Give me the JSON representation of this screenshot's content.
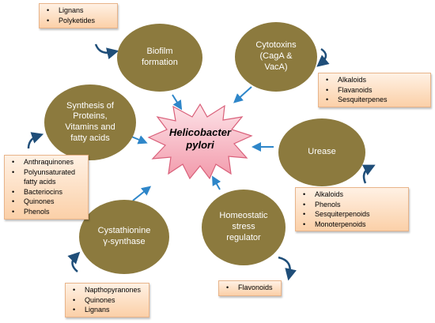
{
  "center": {
    "line1": "Helicobacter",
    "line2": "pylori"
  },
  "nodes": {
    "biofilm": {
      "line1": "Biofilm",
      "line2": "formation"
    },
    "cytotoxins": {
      "line1": "Cytotoxins",
      "line2": "(CagA &",
      "line3": "VacA)"
    },
    "synthesis": {
      "line1": "Synthesis of",
      "line2": "Proteins,",
      "line3": "Vitamins and",
      "line4": "fatty acids"
    },
    "urease": {
      "line1": "Urease"
    },
    "homeostatic": {
      "line1": "Homeostatic",
      "line2": "stress",
      "line3": "regulator"
    },
    "cystathionine": {
      "line1": "Cystathionine",
      "line2": "γ-synthase"
    }
  },
  "boxes": {
    "biofilm": [
      "Lignans",
      "Polyketides"
    ],
    "cytotoxins": [
      "Alkaloids",
      "Flavanoids",
      "Sesquiterpenes"
    ],
    "synthesis": [
      "Anthraquinones",
      "Polyunsaturated fatty acids",
      "Bacteriocins",
      "Quinones",
      "Phenols"
    ],
    "urease": [
      "Alkaloids",
      "Phenols",
      "Sesquiterpenoids",
      "Monoterpenoids"
    ],
    "homeostatic": [
      "Flavonoids"
    ],
    "cystathionine": [
      "Napthopyranones",
      "Quinones",
      "Lignans"
    ]
  },
  "colors": {
    "ellipse": "#8c7a3e",
    "star_fill": "#f7b6c2",
    "star_stroke": "#e0607a",
    "arrow": "#2e86c9",
    "box_border": "#e8b48a"
  }
}
